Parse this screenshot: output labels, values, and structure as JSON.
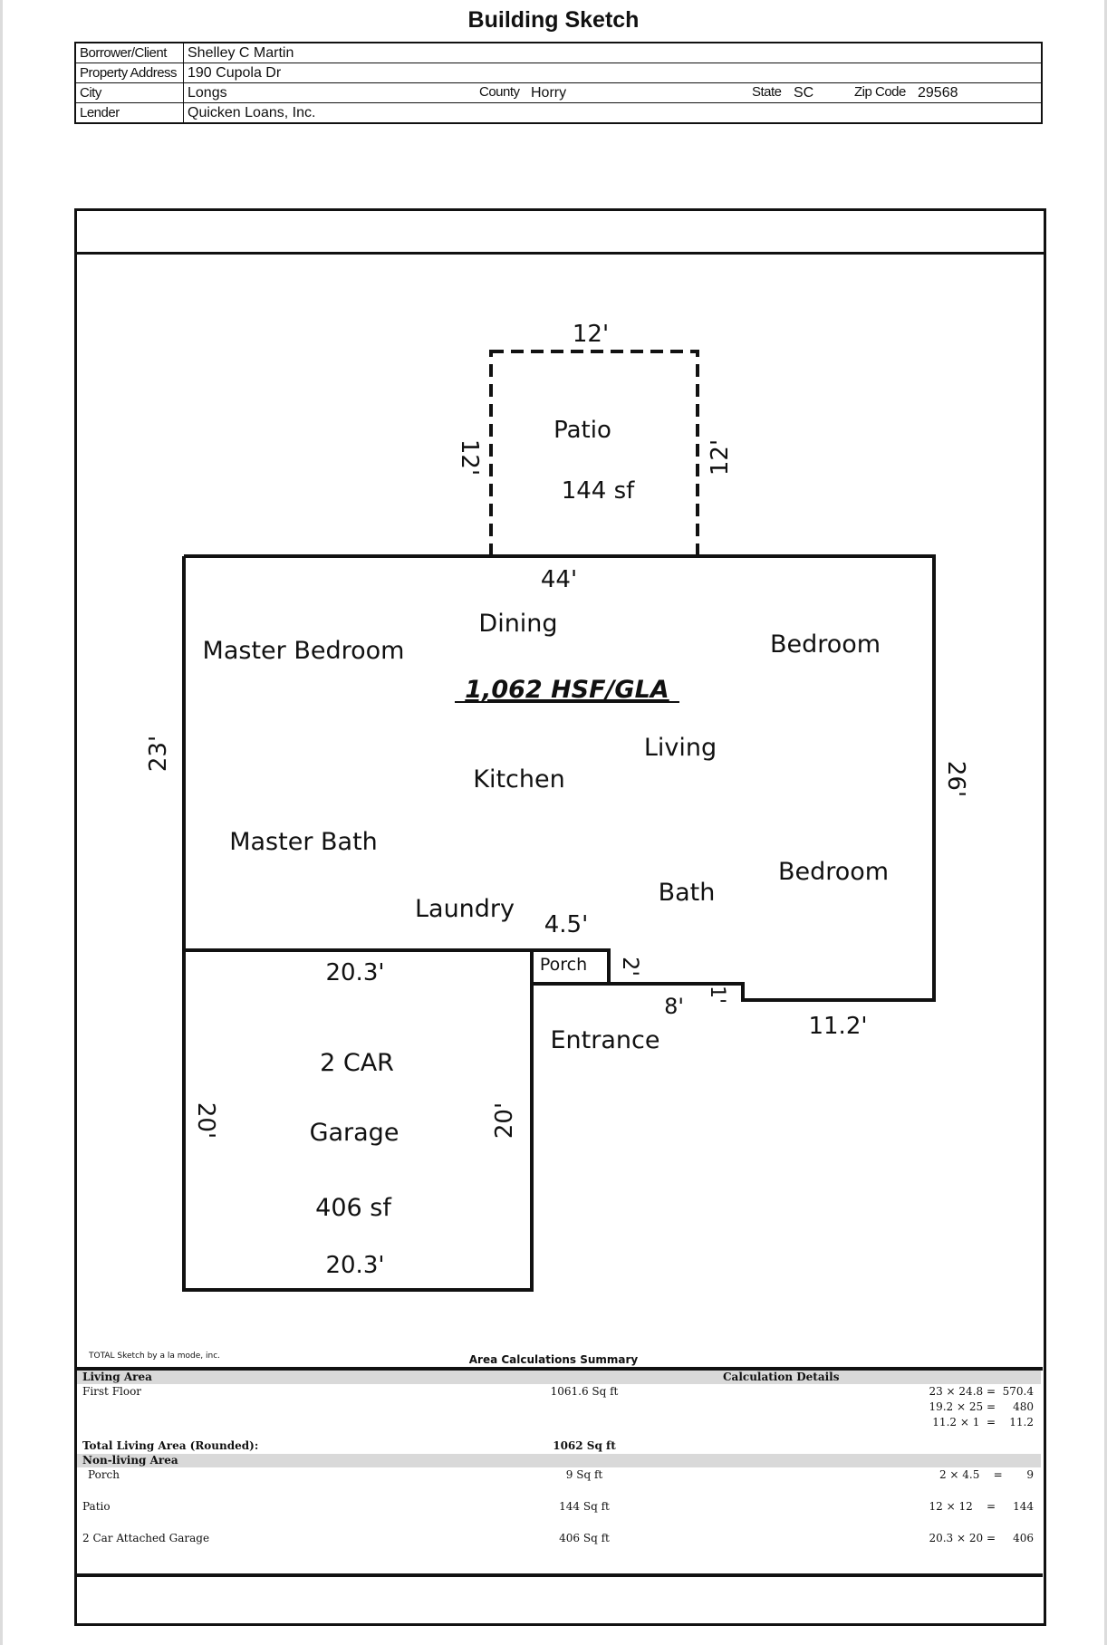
{
  "title": "Building Sketch",
  "header": {
    "borrower_label": "Borrower/Client",
    "borrower": "Shelley C Martin",
    "address_label": "Property Address",
    "address": "190 Cupola Dr",
    "city_label": "City",
    "city": "Longs",
    "county_label": "County",
    "county": "Horry",
    "state_label": "State",
    "state": "SC",
    "zip_label": "Zip Code",
    "zip": "29568",
    "lender_label": "Lender",
    "lender": "Quicken Loans, Inc."
  },
  "sketch": {
    "patio_top": "12'",
    "patio_left": "12'",
    "patio_right": "12'",
    "patio_name": "Patio",
    "patio_area": "144 sf",
    "house_top": "44'",
    "house_left": "23'",
    "house_right": "26'",
    "gla": "1,062 HSF/GLA",
    "rooms": {
      "dining": "Dining",
      "master_bedroom": "Master Bedroom",
      "bedroom1": "Bedroom",
      "living": "Living",
      "kitchen": "Kitchen",
      "master_bath": "Master Bath",
      "bedroom2": "Bedroom",
      "bath": "Bath",
      "laundry": "Laundry",
      "entrance": "Entrance"
    },
    "porch": "Porch",
    "porch_w": "4.5'",
    "porch_h": "2'",
    "step_8": "8'",
    "step_1": "1'",
    "right_bottom": "11.2'",
    "garage_top": "20.3'",
    "garage_bottom": "20.3'",
    "garage_left": "20'",
    "garage_right": "20'",
    "garage_line1": "2 CAR",
    "garage_line2": "Garage",
    "garage_area": "406 sf"
  },
  "summary": {
    "credit": "TOTAL Sketch by a la mode, inc.",
    "heading": "Area Calculations Summary",
    "living_area": "Living Area",
    "calc_details": "Calculation Details",
    "first_floor": "First Floor",
    "first_floor_sqft": "1061.6 Sq ft",
    "calc1": "23 × 24.8 =  570.4",
    "calc2": "19.2 × 25 =     480",
    "calc3": "11.2 × 1  =    11.2",
    "total_label": "Total Living Area (Rounded):",
    "total_value": "1062 Sq ft",
    "nonliving": "Non-living Area",
    "porch": "Porch",
    "porch_sqft": "9 Sq ft",
    "porch_calc": "2 × 4.5    =       9",
    "patio": "Patio",
    "patio_sqft": "144 Sq ft",
    "patio_calc": "12 × 12    =     144",
    "garage": "2 Car Attached Garage",
    "garage_sqft": "406 Sq ft",
    "garage_calc": "20.3 × 20 =     406"
  }
}
